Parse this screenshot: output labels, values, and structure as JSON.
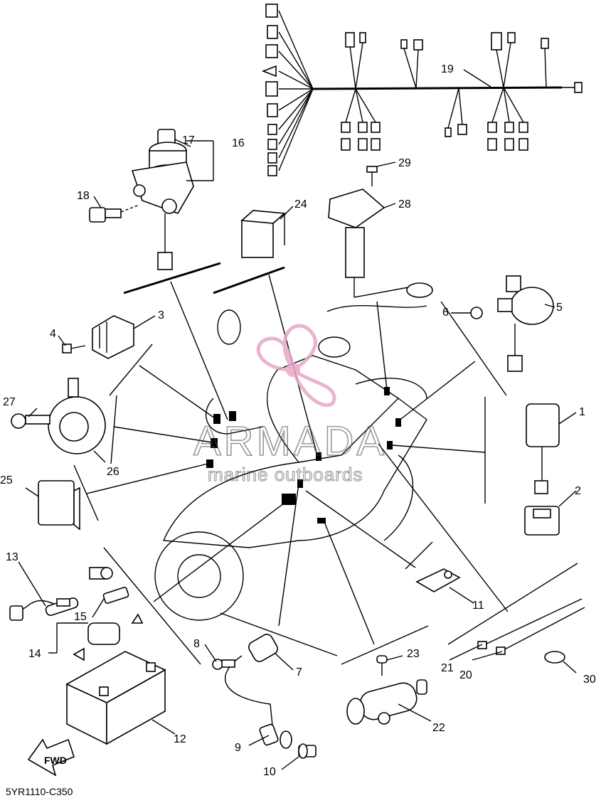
{
  "diagram": {
    "drawing_code": "5YR1110-C350",
    "fwd_label": "FWD",
    "watermark": {
      "brand": "ARMADA",
      "tagline": "marine outboards"
    },
    "callouts": [
      "1",
      "2",
      "3",
      "4",
      "5",
      "6",
      "7",
      "8",
      "9",
      "10",
      "11",
      "12",
      "13",
      "14",
      "15",
      "16",
      "17",
      "18",
      "19",
      "20",
      "21",
      "22",
      "23",
      "24",
      "25",
      "26",
      "27",
      "28",
      "29",
      "30"
    ]
  },
  "colors": {
    "line": "#000000",
    "watermark_logo": "#e8a6c8",
    "background": "#ffffff"
  }
}
